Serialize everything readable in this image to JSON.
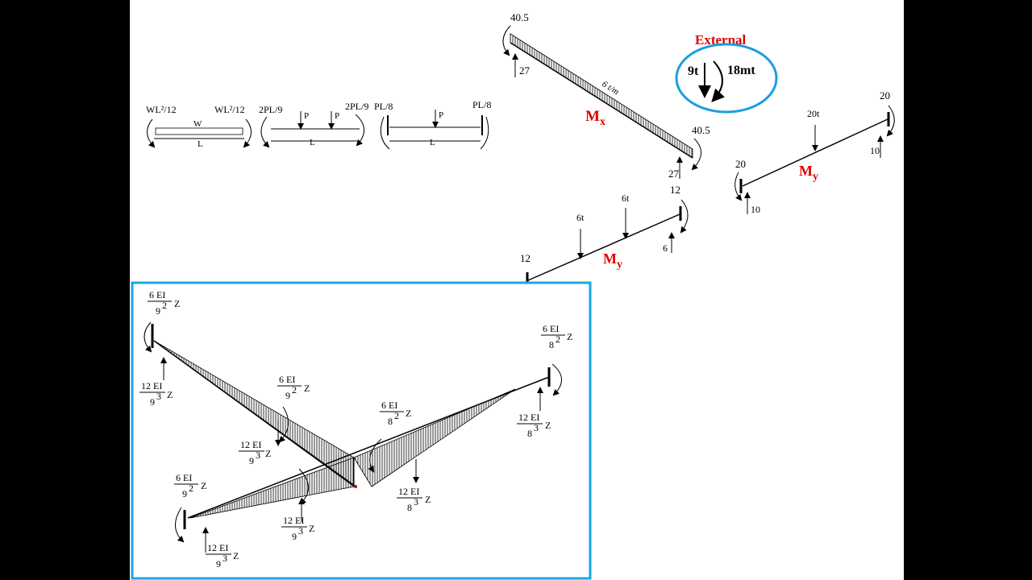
{
  "top_left": {
    "fixed_end_moments": {
      "udl": {
        "left": "WL²/12",
        "load": "W",
        "right": "WL²/12",
        "span": "L"
      },
      "two_point": {
        "left": "2PL/9",
        "p1": "P",
        "p2": "P",
        "right": "2PL/9",
        "span": "L"
      },
      "center_point": {
        "left": "PL/8",
        "p": "P",
        "right": "PL/8",
        "span": "L"
      }
    }
  },
  "mx_beam": {
    "label": "M",
    "subscript": "x",
    "left_moment": "40.5",
    "left_reaction": "27",
    "load": "6 t/m",
    "right_moment": "40.5",
    "right_reaction": "27"
  },
  "external": {
    "title": "External",
    "force": "9t",
    "moment": "18mt"
  },
  "my_beam_right": {
    "label": "M",
    "subscript": "y",
    "left_moment": "20",
    "left_reaction": "10",
    "load": "20t",
    "right_moment": "20",
    "right_reaction": "10"
  },
  "my_beam_mid": {
    "label": "M",
    "subscript": "y",
    "left_moment": "12",
    "load1": "6t",
    "load2": "6t",
    "right_moment": "12",
    "right_reaction": "6"
  },
  "blue_box": {
    "border_color": "#1aa7e0",
    "terms": {
      "m9": {
        "num": "6 EI",
        "den": "9",
        "exp": "2",
        "z": "Z"
      },
      "r9": {
        "num": "12 EI",
        "den": "9",
        "exp": "3",
        "z": "Z"
      },
      "m8": {
        "num": "6 EI",
        "den": "8",
        "exp": "2",
        "z": "Z"
      },
      "r8": {
        "num": "12 EI",
        "den": "8",
        "exp": "3",
        "z": "Z"
      }
    }
  }
}
